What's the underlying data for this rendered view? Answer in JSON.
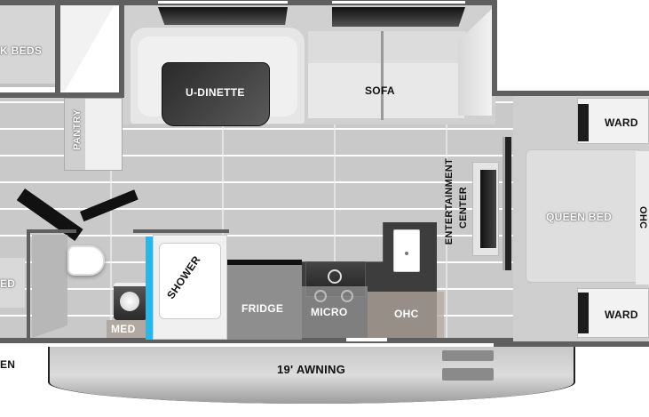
{
  "floorplan": {
    "labels": {
      "bunk_beds": "K BEDS",
      "u_dinette": "U-DINETTE",
      "sofa": "SOFA",
      "pantry": "PANTRY",
      "ward_top": "WARD",
      "ward_bottom": "WARD",
      "queen_bed": "QUEEN BED",
      "ohc_bedroom": "OHC",
      "entertainment_line1": "ENTERTAINMENT",
      "entertainment_line2": "CENTER",
      "shower": "SHOWER",
      "med": "MED",
      "fridge": "FRIDGE",
      "micro": "MICRO",
      "ohc_kitchen": "OHC",
      "left_bed_partial": "ED",
      "left_outside_partial": "EN",
      "awning": "19' AWNING"
    },
    "colors": {
      "wall": "#5f5f5f",
      "floor_tile": "#c9c9c9",
      "grout": "#ffffff",
      "counter": "#3d3d3d",
      "shower_accent": "#29b6e8",
      "awning": "#b8b8b8",
      "furniture": "#e6e6e6"
    }
  }
}
